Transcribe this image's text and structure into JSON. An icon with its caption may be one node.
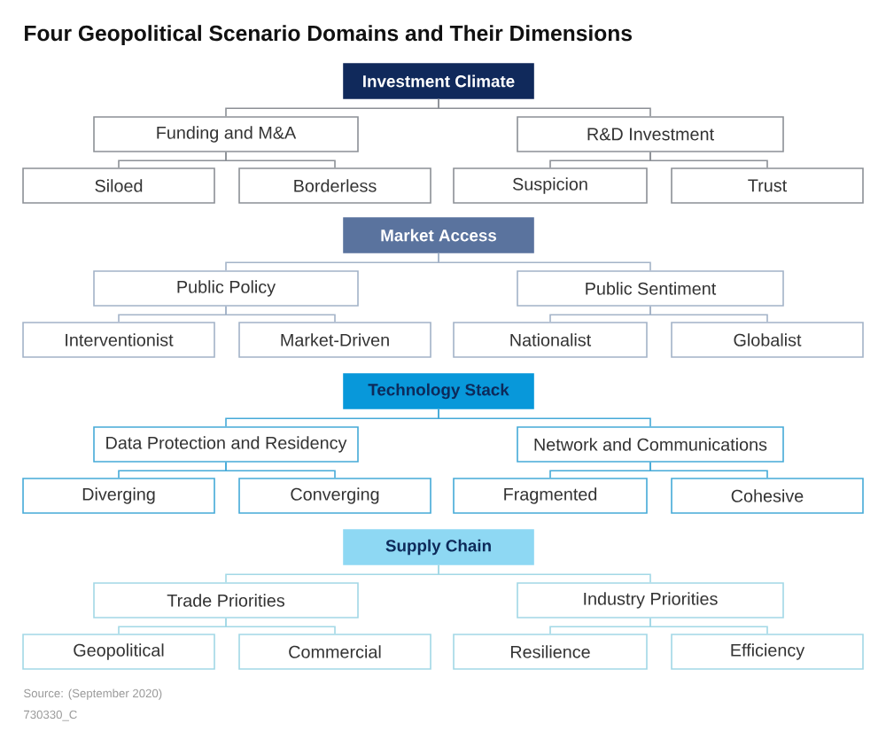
{
  "diagram": {
    "title": "Four Geopolitical Scenario Domains and Their Dimensions",
    "nodes": [
      {
        "text": [
          "Investment Climate"
        ]
      },
      {
        "text": [
          "Funding and M&A"
        ]
      },
      {
        "text": [
          "R&D Investment"
        ]
      },
      {
        "text": [
          "Siloed"
        ]
      },
      {
        "text": [
          "Borderless"
        ]
      },
      {
        "text": [
          "Suspicion"
        ]
      },
      {
        "text": [
          "Trust"
        ]
      },
      {
        "text": [
          "Market Access"
        ]
      },
      {
        "text": [
          "Public Policy"
        ]
      },
      {
        "text": [
          "Public Sentiment"
        ]
      },
      {
        "text": [
          "Interventionist"
        ]
      },
      {
        "text": [
          "Market-Driven"
        ]
      },
      {
        "text": [
          "Nationalist"
        ]
      },
      {
        "text": [
          "Globalist"
        ]
      },
      {
        "text": [
          "Technology Stack"
        ]
      },
      {
        "text": [
          "Data Protection and Residency"
        ]
      },
      {
        "text": [
          "Network and Communications"
        ]
      },
      {
        "text": [
          "Diverging"
        ]
      },
      {
        "text": [
          "Converging"
        ]
      },
      {
        "text": [
          "Fragmented"
        ]
      },
      {
        "text": [
          "Cohesive"
        ]
      },
      {
        "text": [
          "Supply Chain"
        ]
      },
      {
        "text": [
          "Trade Priorities"
        ]
      },
      {
        "text": [
          "Industry Priorities"
        ]
      },
      {
        "text": [
          "Geopolitical"
        ]
      },
      {
        "text": [
          "Commercial"
        ]
      },
      {
        "text": [
          "Resilience"
        ]
      },
      {
        "text": [
          "Efficiency"
        ]
      }
    ],
    "edges": [
      {
        "from": 0,
        "to": 1,
        "arrow": "none"
      },
      {
        "from": 0,
        "to": 2,
        "arrow": "none"
      },
      {
        "from": 1,
        "to": 3,
        "arrow": "none"
      },
      {
        "from": 1,
        "to": 4,
        "arrow": "none"
      },
      {
        "from": 2,
        "to": 5,
        "arrow": "none"
      },
      {
        "from": 2,
        "to": 6,
        "arrow": "none"
      },
      {
        "from": 7,
        "to": 8,
        "arrow": "none",
        "color": "#a3b3c8"
      },
      {
        "from": 7,
        "to": 9,
        "arrow": "none",
        "color": "#a3b3c8"
      },
      {
        "from": 8,
        "to": 10,
        "arrow": "none",
        "color": "#a3b3c8"
      },
      {
        "from": 8,
        "to": 11,
        "arrow": "none",
        "color": "#a3b3c8"
      },
      {
        "from": 9,
        "to": 12,
        "arrow": "none",
        "color": "#a3b3c8"
      },
      {
        "from": 9,
        "to": 13,
        "arrow": "none",
        "color": "#a3b3c8"
      },
      {
        "from": 14,
        "to": 15,
        "arrow": "none",
        "color": "#45aad8"
      },
      {
        "from": 14,
        "to": 16,
        "arrow": "none",
        "color": "#45aad8"
      },
      {
        "from": 15,
        "to": 17,
        "arrow": "none",
        "color": "#45aad8"
      },
      {
        "from": 15,
        "to": 18,
        "arrow": "none",
        "color": "#45aad8"
      },
      {
        "from": 16,
        "to": 19,
        "arrow": "none",
        "color": "#45aad8"
      },
      {
        "from": 16,
        "to": 20,
        "arrow": "none",
        "color": "#45aad8"
      },
      {
        "from": 21,
        "to": 22,
        "arrow": "none",
        "color": "#a2d8e6"
      },
      {
        "from": 21,
        "to": 23,
        "arrow": "none",
        "color": "#a2d8e6"
      },
      {
        "from": 22,
        "to": 24,
        "arrow": "none",
        "color": "#a2d8e6"
      },
      {
        "from": 22,
        "to": 25,
        "arrow": "none",
        "color": "#a2d8e6"
      },
      {
        "from": 23,
        "to": 26,
        "arrow": "none",
        "color": "#a2d8e6"
      },
      {
        "from": 23,
        "to": 27,
        "arrow": "none",
        "color": "#a2d8e6"
      }
    ],
    "labels": [
      "Source: (September 2020)",
      "730330_C"
    ]
  }
}
